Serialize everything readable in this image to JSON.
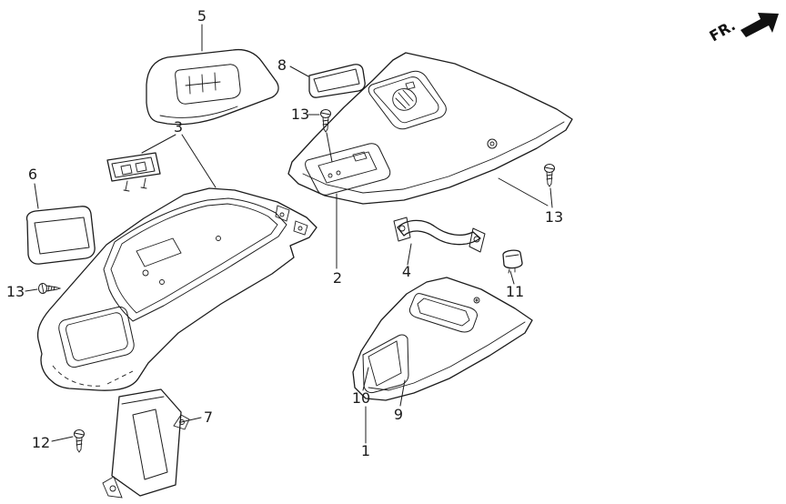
{
  "diagram": {
    "background_color": "#ffffff",
    "line_color": "#1c1c1c",
    "direction_indicator": {
      "label": "FR."
    },
    "callouts": [
      {
        "id": "5",
        "text": "5"
      },
      {
        "id": "8",
        "text": "8"
      },
      {
        "id": "13-top",
        "text": "13"
      },
      {
        "id": "3",
        "text": "3"
      },
      {
        "id": "6",
        "text": "6"
      },
      {
        "id": "13-left",
        "text": "13"
      },
      {
        "id": "2",
        "text": "2"
      },
      {
        "id": "4",
        "text": "4"
      },
      {
        "id": "11",
        "text": "11"
      },
      {
        "id": "13-right",
        "text": "13"
      },
      {
        "id": "10",
        "text": "10"
      },
      {
        "id": "9",
        "text": "9"
      },
      {
        "id": "1",
        "text": "1"
      },
      {
        "id": "7",
        "text": "7"
      },
      {
        "id": "12",
        "text": "12"
      }
    ]
  }
}
